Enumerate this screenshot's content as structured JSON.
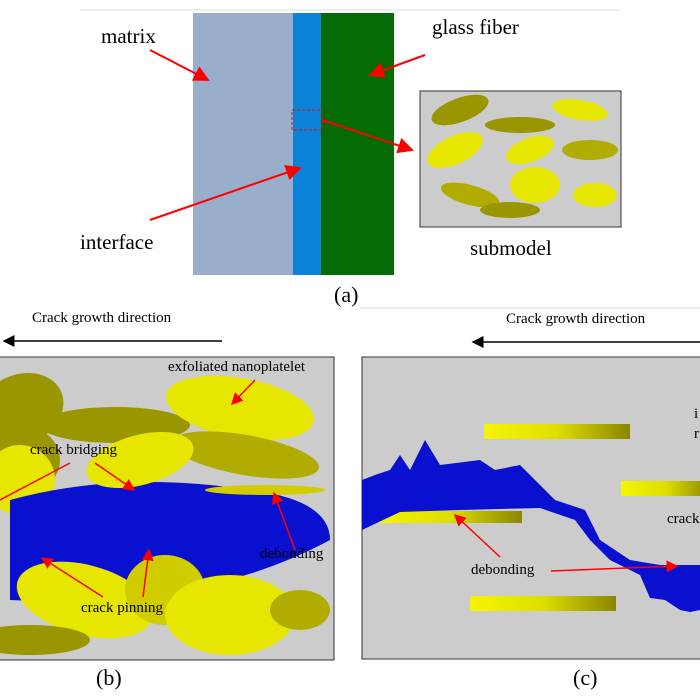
{
  "panel_a": {
    "labels": {
      "matrix": "matrix",
      "glass_fiber": "glass fiber",
      "interface": "interface",
      "submodel": "submodel"
    },
    "caption": "(a)"
  },
  "panel_b": {
    "direction_label": "Crack growth direction",
    "labels": {
      "nanoplatelet": "exfoliated nanoplatelet",
      "bridging": "crack bridging",
      "debonding": "debonding",
      "pinning": "crack pinning"
    },
    "caption": "(b)"
  },
  "panel_c": {
    "direction_label": "Crack growth direction",
    "labels": {
      "debonding": "debonding",
      "cut_1": "i",
      "cut_2": "r",
      "crack_cut": "crack"
    },
    "caption": "(c)"
  },
  "colors": {
    "matrix": "#98aecb",
    "interface": "#0a82d8",
    "fiber": "#056b05",
    "platelet": "#e6e600",
    "crack": "#0a10d0",
    "arrow": "#ff0000",
    "background": "#cccccc"
  }
}
